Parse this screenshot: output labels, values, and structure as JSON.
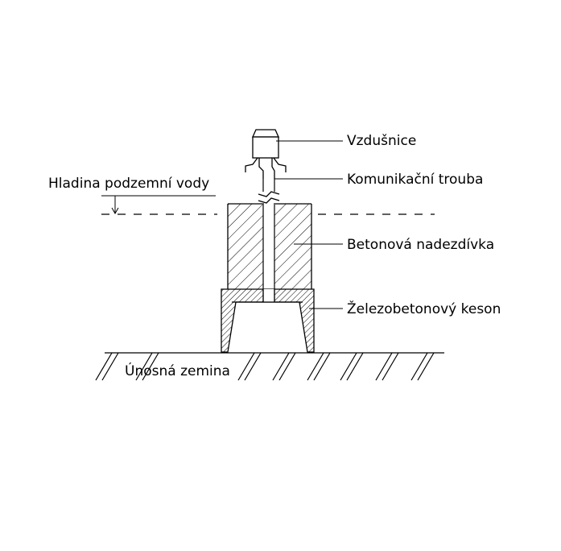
{
  "labels": {
    "air_lock": "Vzdušnice",
    "access_shaft": "Komunikační trouba",
    "groundwater_level": "Hladina podzemní vody",
    "concrete_superstructure": "Betonová nadezdívka",
    "rc_caisson": "Železobetonový keson",
    "bearing_soil": "Únosná zemina"
  },
  "colors": {
    "line": "#000000",
    "background": "#ffffff"
  }
}
